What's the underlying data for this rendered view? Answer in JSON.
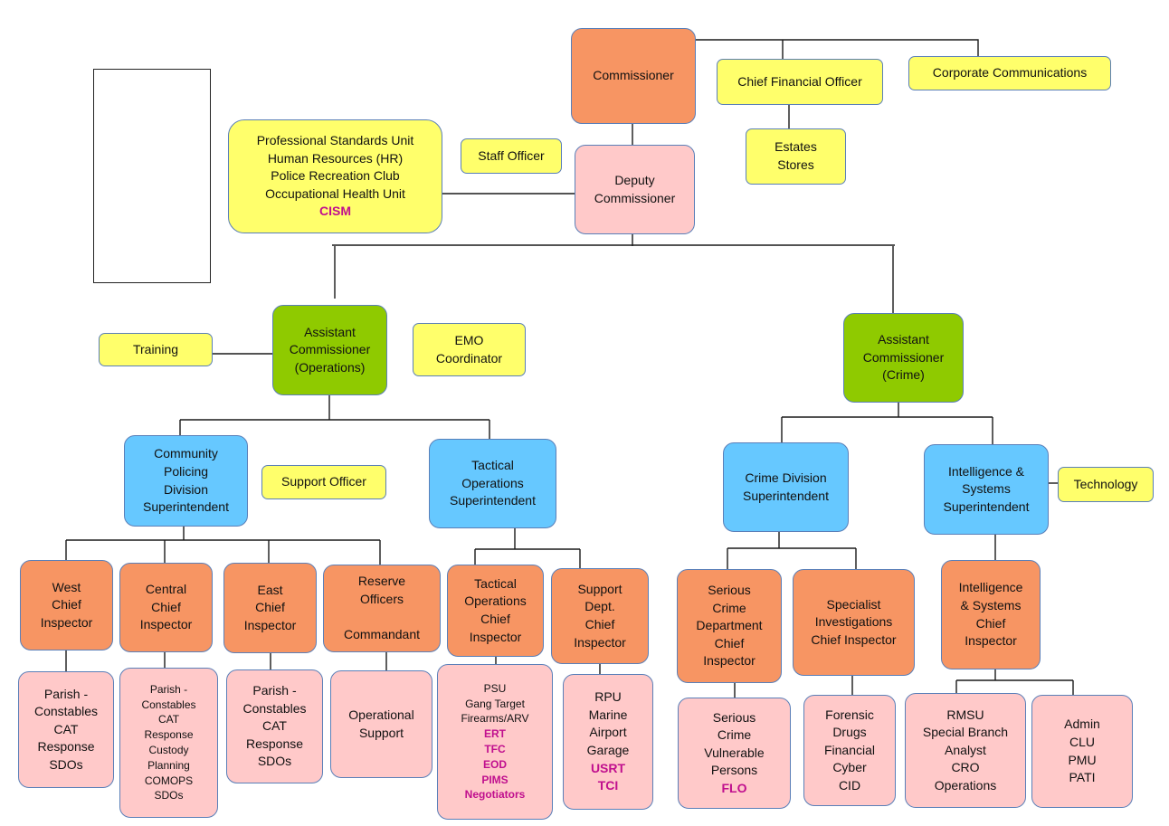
{
  "colors": {
    "yellow": "#ffff6b",
    "orange": "#f79563",
    "pink": "#ffc9c9",
    "green": "#8fca00",
    "blue": "#66c8ff",
    "highlight_text": "#c00f8e"
  },
  "boxes": {
    "commissioner": [
      "Commissioner"
    ],
    "deputy": [
      "Deputy",
      "Commissioner"
    ],
    "cfo": [
      "Chief Financial Officer"
    ],
    "corp_comms": [
      "Corporate Communications"
    ],
    "estates": [
      "Estates",
      "Stores"
    ],
    "staff_officer": [
      "Staff Officer"
    ],
    "professional": [
      "Professional Standards Unit",
      "Human Resources (HR)",
      "Police Recreation Club",
      "Occupational Health Unit",
      "CISM"
    ],
    "ac_ops": [
      "Assistant",
      "Commissioner",
      "(Operations)"
    ],
    "ac_crime": [
      "Assistant",
      "Commissioner",
      "(Crime)"
    ],
    "training": [
      "Training"
    ],
    "emo": [
      "EMO",
      "Coordinator"
    ],
    "community": [
      "Community",
      "Policing",
      "Division",
      "Superintendent"
    ],
    "support_officer": [
      "Support Officer"
    ],
    "tactical_supt": [
      "Tactical",
      "Operations",
      "Superintendent"
    ],
    "crime_supt": [
      "Crime Division",
      "Superintendent"
    ],
    "intel_supt": [
      "Intelligence &",
      "Systems",
      "Superintendent"
    ],
    "technology": [
      "Technology"
    ],
    "west": [
      "West",
      "Chief",
      "Inspector"
    ],
    "central": [
      "Central",
      "Chief",
      "Inspector"
    ],
    "east": [
      "East",
      "Chief",
      "Inspector"
    ],
    "reserve": [
      "Reserve",
      "Officers",
      "",
      "Commandant"
    ],
    "tactical_ci": [
      "Tactical",
      "Operations",
      "Chief",
      "Inspector"
    ],
    "support_dept": [
      "Support",
      "Dept.",
      "Chief",
      "Inspector"
    ],
    "serious_ci": [
      "Serious",
      "Crime",
      "Department",
      "Chief",
      "Inspector"
    ],
    "specialist": [
      "Specialist",
      "Investigations",
      "Chief Inspector"
    ],
    "intel_ci": [
      "Intelligence",
      "& Systems",
      "Chief",
      "Inspector"
    ],
    "west_units": [
      "Parish -",
      "Constables",
      "CAT",
      "Response",
      "SDOs"
    ],
    "central_units": [
      "Parish -",
      "Constables",
      "CAT",
      "Response",
      "Custody",
      "Planning",
      "COMOPS",
      "SDOs"
    ],
    "east_units": [
      "Parish -",
      "Constables",
      "CAT",
      "Response",
      "SDOs"
    ],
    "operational_support": [
      "Operational",
      "Support"
    ],
    "tactical_units": [
      "PSU",
      "Gang Target",
      "Firearms/ARV",
      "ERT",
      "TFC",
      "EOD",
      "PIMS",
      "Negotiators"
    ],
    "support_units": [
      "RPU",
      "Marine",
      "Airport",
      "Garage",
      "USRT",
      "TCI"
    ],
    "serious_units": [
      "Serious",
      "Crime",
      "Vulnerable",
      "Persons",
      "FLO"
    ],
    "specialist_units": [
      "Forensic",
      "Drugs",
      "Financial",
      "Cyber",
      "CID"
    ],
    "rmsu_units": [
      "RMSU",
      "Special Branch",
      "Analyst",
      "CRO",
      "Operations"
    ],
    "admin_units": [
      "Admin",
      "CLU",
      "PMU",
      "PATI"
    ]
  },
  "highlighted_text": [
    "CISM",
    "ERT",
    "TFC",
    "EOD",
    "PIMS",
    "Negotiators",
    "USRT",
    "TCI",
    "FLO"
  ]
}
